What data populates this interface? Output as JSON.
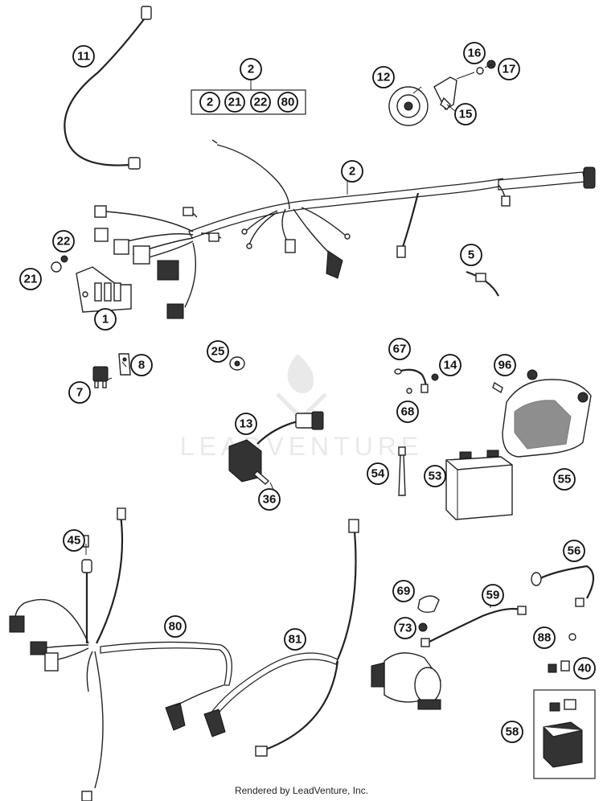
{
  "diagram": {
    "callouts": [
      {
        "id": "c11",
        "label": "11"
      },
      {
        "id": "c2top",
        "label": "2"
      },
      {
        "id": "k2",
        "label": "2"
      },
      {
        "id": "k21",
        "label": "21"
      },
      {
        "id": "k22",
        "label": "22"
      },
      {
        "id": "k80",
        "label": "80"
      },
      {
        "id": "c12",
        "label": "12"
      },
      {
        "id": "c16",
        "label": "16"
      },
      {
        "id": "c17",
        "label": "17"
      },
      {
        "id": "c15",
        "label": "15"
      },
      {
        "id": "c2mid",
        "label": "2"
      },
      {
        "id": "c22",
        "label": "22"
      },
      {
        "id": "c21",
        "label": "21"
      },
      {
        "id": "c1",
        "label": "1"
      },
      {
        "id": "c5",
        "label": "5"
      },
      {
        "id": "c8",
        "label": "8"
      },
      {
        "id": "c7",
        "label": "7"
      },
      {
        "id": "c25",
        "label": "25"
      },
      {
        "id": "c67",
        "label": "67"
      },
      {
        "id": "c14",
        "label": "14"
      },
      {
        "id": "c68",
        "label": "68"
      },
      {
        "id": "c96",
        "label": "96"
      },
      {
        "id": "c13",
        "label": "13"
      },
      {
        "id": "c36",
        "label": "36"
      },
      {
        "id": "c54",
        "label": "54"
      },
      {
        "id": "c53",
        "label": "53"
      },
      {
        "id": "c55",
        "label": "55"
      },
      {
        "id": "c45",
        "label": "45"
      },
      {
        "id": "c80",
        "label": "80"
      },
      {
        "id": "c81",
        "label": "81"
      },
      {
        "id": "c69",
        "label": "69"
      },
      {
        "id": "c59",
        "label": "59"
      },
      {
        "id": "c56",
        "label": "56"
      },
      {
        "id": "c73",
        "label": "73"
      },
      {
        "id": "c88",
        "label": "88"
      },
      {
        "id": "c40",
        "label": "40"
      },
      {
        "id": "c58",
        "label": "58"
      }
    ],
    "watermark": "LEADVENTURE"
  },
  "footer": {
    "text": "Rendered by LeadVenture, Inc."
  }
}
